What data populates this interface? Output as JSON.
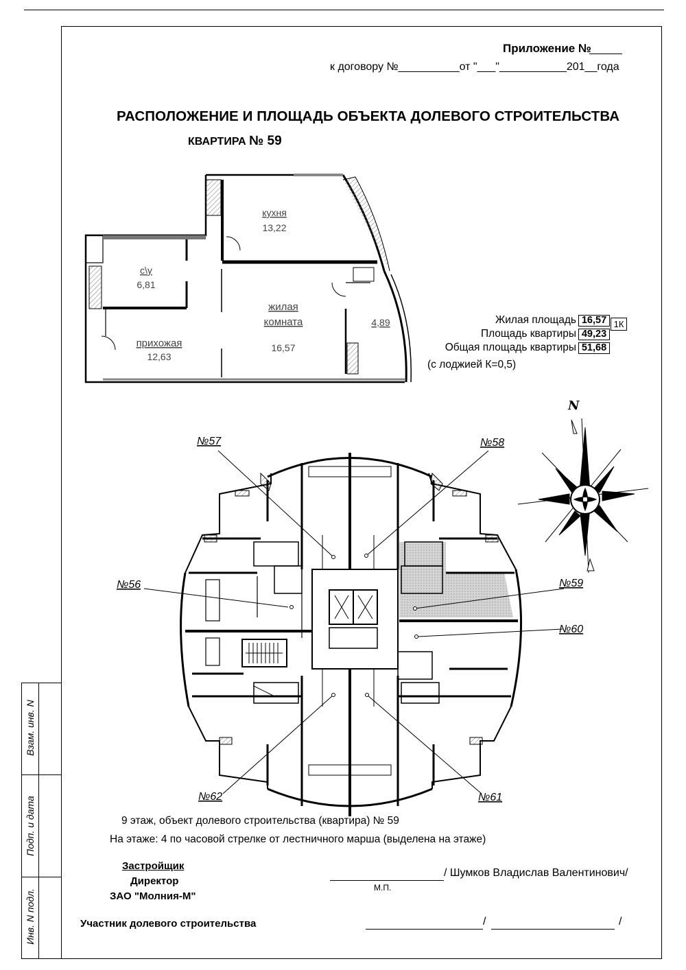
{
  "header": {
    "appendix": "Приложение №",
    "contract": "к договору №__________от \"___\"___________201__года"
  },
  "title": "РАСПОЛОЖЕНИЕ И ПЛОЩАДЬ ОБЪЕКТА ДОЛЕВОГО СТРОИТЕЛЬСТВА",
  "apartment": {
    "label": "КВАРТИРА",
    "number": "№ 59"
  },
  "plan_rooms": [
    {
      "name": "кухня",
      "area": "13,22"
    },
    {
      "name": "с\\у",
      "area": "6,81"
    },
    {
      "name": "жилая",
      "name2": "комната",
      "area": "16,57"
    },
    {
      "name": "прихожая",
      "area": "12,63"
    },
    {
      "name": "",
      "area": "4,89"
    }
  ],
  "areas": {
    "living_label": "Жилая площадь",
    "living_value": "16,57",
    "living_badge": "1К",
    "flat_label": "Площадь квартиры",
    "flat_value": "49,23",
    "total_label": "Общая площадь квартиры",
    "total_value": "51,68",
    "loggia_note": "(с лоджией К=0,5)"
  },
  "compass": {
    "north": "N"
  },
  "floor_labels": [
    "№57",
    "№58",
    "№56",
    "№59",
    "№60",
    "№62",
    "№61"
  ],
  "floor_info": "9 этаж, объект долевого строительства (квартира) № 59",
  "on_floor": "На этаже:  4 по часовой стрелке от лестничного марша (выделена на этаже)",
  "developer": {
    "line1": "Застройщик",
    "line2": "Директор",
    "line3": "ЗАО \"Молния-М\"",
    "signer": "/ Шумков Владислав Валентинович/",
    "stamp": "М.П."
  },
  "participant": {
    "label": "Участник долевого строительства",
    "slash1": "/",
    "slash2": "/"
  },
  "side_stamp": {
    "zam": "Взам. инв. N",
    "podp": "Подп. и дата",
    "inv": "Инв. N подл."
  },
  "colors": {
    "ink": "#000000",
    "hatch": "#888888",
    "highlight": "#d9d9d9"
  }
}
